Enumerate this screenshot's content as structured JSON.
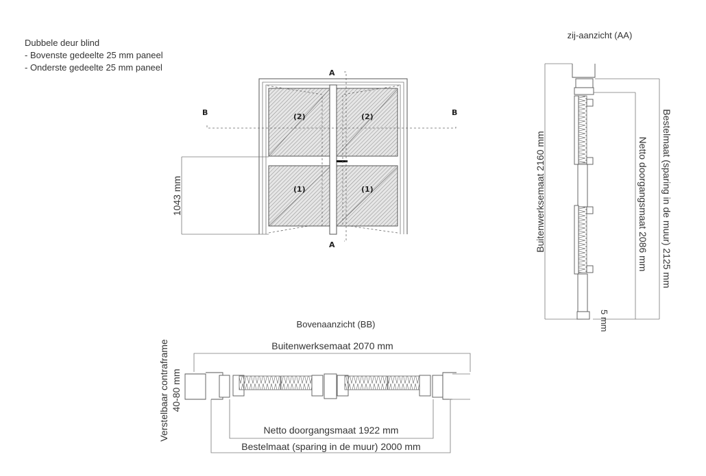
{
  "description_block": {
    "title": "Dubbele deur blind",
    "line1": "- Bovenste gedeelte 25 mm paneel",
    "line2": "- Onderste gedeelte 25 mm paneel"
  },
  "front_view": {
    "section_a_label": "A",
    "section_b_label": "B",
    "upper_panel_label": "(2)",
    "lower_panel_label": "(1)",
    "handle_height": "1043 mm"
  },
  "side_view": {
    "title": "zij-aanzicht  (AA)",
    "outer_dimension": "Buitenwerksemaat 2160 mm",
    "net_passage": "Netto doorgangsmaat 2086 mm",
    "order_size": "Bestelmaat (sparing in de muur) 2125 mm",
    "gap": "5 mm"
  },
  "top_view": {
    "title": "Bovenaanzicht (BB)",
    "outer_dimension": "Buitenwerksemaat 2070 mm",
    "net_passage": "Netto doorgangsmaat 1922 mm",
    "order_size": "Bestelmaat (sparing in de muur) 2000 mm",
    "frame_label_1": "Verstelbaar contraframe",
    "frame_label_2": "40-80 mm"
  }
}
